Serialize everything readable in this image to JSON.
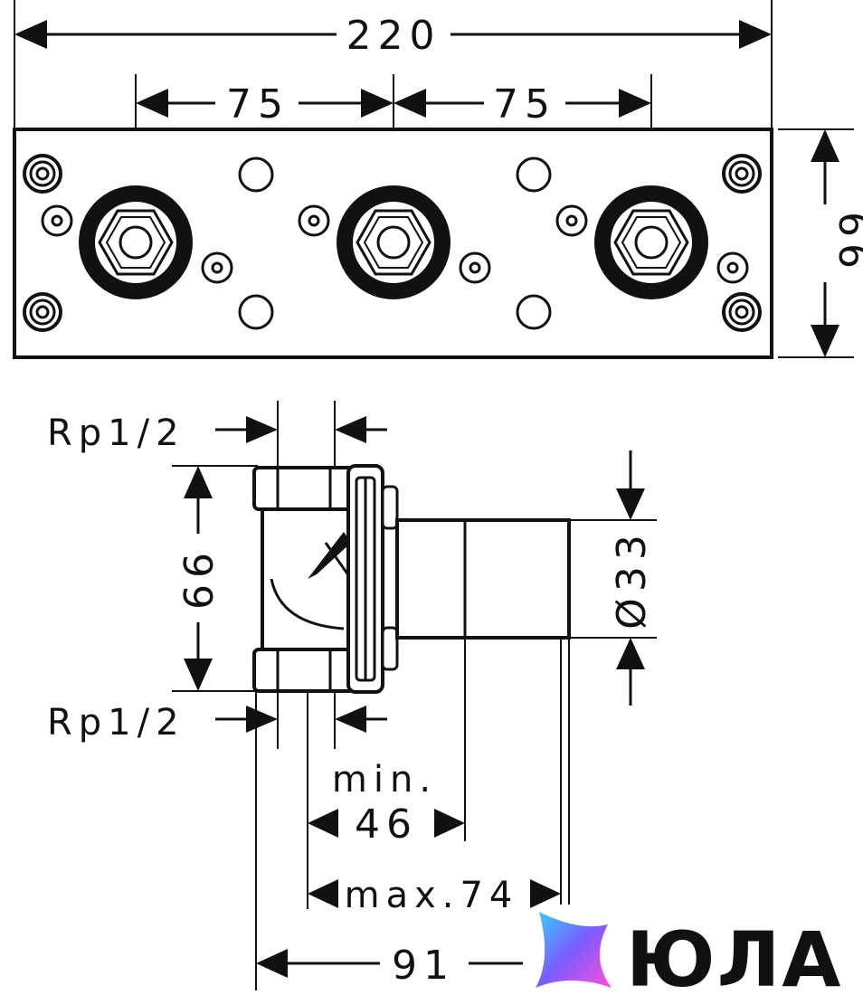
{
  "front_view": {
    "dim_total_width": "220",
    "dim_spacing_left": "75",
    "dim_spacing_right": "75",
    "dim_height": "66"
  },
  "side_view": {
    "thread_top": "Rp1/2",
    "thread_bottom": "Rp1/2",
    "dim_height": "66",
    "dim_diameter": "Ø33",
    "dim_min_label": "min.",
    "dim_min_value": "46",
    "dim_max": "max.74",
    "dim_total_depth": "91"
  },
  "watermark": {
    "brand": "ЮЛА",
    "colors": {
      "gradient_start": "#38d0ff",
      "gradient_mid": "#7a5cff",
      "gradient_end": "#ff4fd8",
      "text": "#111111"
    }
  }
}
